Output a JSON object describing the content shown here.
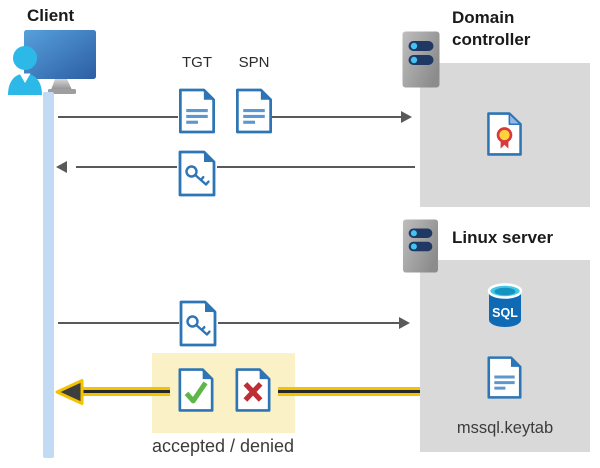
{
  "client": {
    "label": "Client"
  },
  "tickets": {
    "tgt": "TGT",
    "spn": "SPN"
  },
  "dc": {
    "label": "Domain controller"
  },
  "linux": {
    "label": "Linux server",
    "sql_text": "SQL",
    "keytab": "mssql.keytab"
  },
  "result": {
    "label": "accepted / denied"
  },
  "icons": [
    "client-device-icon",
    "server-icon",
    "tgt-document-icon",
    "spn-document-icon",
    "key-document-icon",
    "certificate-icon",
    "sql-database-icon",
    "keytab-document-icon",
    "accepted-document-icon",
    "denied-document-icon",
    "arrow-icon"
  ],
  "colors": {
    "doc_blue": "#2e75b6",
    "doc_line_blue": "#5e97d0",
    "panel_gray": "#d9d9d9",
    "arrow_gray": "#595959",
    "lane_blue": "#c2dbf4",
    "highlight_yellow": "#faf1c6",
    "flow_yellow": "#f3c300",
    "check_green": "#5eb548",
    "cross_red": "#be2e35",
    "sql_blue": "#0f6ab6",
    "sql_cyan": "#45c8e8",
    "server_navy": "#1f3864",
    "person_cyan": "#2cb9e8"
  }
}
